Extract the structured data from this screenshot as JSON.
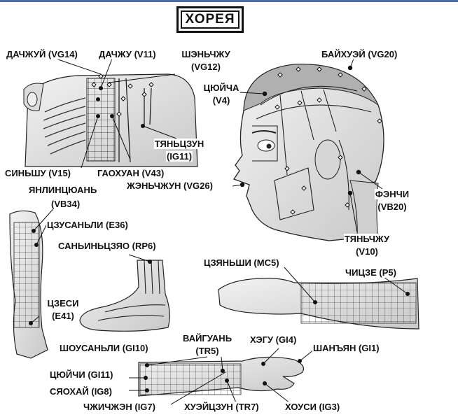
{
  "title": "ХОРЕЯ",
  "colors": {
    "ink": "#111111",
    "skin": "#e8e8e8",
    "shade": "#bdbdbd",
    "frame": "#4a6fa5"
  },
  "labels": {
    "dachzhuy": "ДАЧЖУЙ (VG14)",
    "dachzhu": "ДАЧЖУ (V11)",
    "shenchzhu_1": "ШЭНЬЧЖУ",
    "shenchzhu_2": "(VG12)",
    "bayhuey": "БАЙХУЭЙ (VG20)",
    "tsyuycha_1": "ЦЮЙЧА",
    "tsyuycha_2": "(V4)",
    "tyantszun_1": "ТЯНЬЦЗУН",
    "tyantszun_2": "(IG11)",
    "sinshu": "СИНЬШУ (V15)",
    "gaohuan": "ГАОХУАН (V43)",
    "zhenchzhun": "ЖЭНЬЧЖУН (VG26)",
    "fenchi_1": "ФЭНЧИ",
    "fenchi_2": "(VB20)",
    "yanlintsyuan_1": "ЯНЛИНЦЮАНЬ",
    "yanlintsyuan_2": "(VB34)",
    "tszusanli": "ЦЗУСАНЬЛИ (E36)",
    "sanintszyao": "САНЬИНЬЦЗЯО (RP6)",
    "tyanchzhu_1": "ТЯНЬЧЖУ",
    "tyanchzhu_2": "(V10)",
    "tszyanshi": "ЦЗЯНЬШИ (MC5)",
    "chitsze": "ЧИЦЗЕ (P5)",
    "tszesi_1": "ЦЗЕСИ",
    "tszesi_2": "(E41)",
    "vayguan_1": "ВАЙГУАНЬ",
    "vayguan_2": "(TR5)",
    "hegu": "ХЭГУ (GI4)",
    "shousanli": "ШОУСАНЬЛИ (GI10)",
    "shanyan": "ШАНЪЯН (GI1)",
    "tsyuychi": "ЦЮЙЧИ (GI11)",
    "syaohay": "СЯОХАЙ (IG8)",
    "chzhichzhen": "ЧЖИЧЖЭН (IG7)",
    "hueytszun": "ХУЭЙЦЗУН (TR7)",
    "housi": "ХОУСИ (IG3)"
  }
}
